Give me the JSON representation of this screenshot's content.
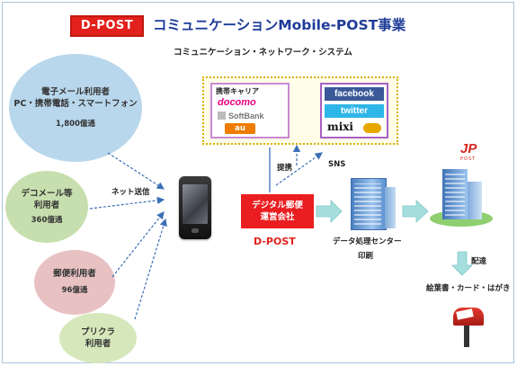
{
  "header": {
    "badge": "D-POST",
    "title": "コミュニケーションMobile-POST事業",
    "subtitle": "コミュニケーション・ネットワーク・システム"
  },
  "user_groups": [
    {
      "line1": "電子メール利用者",
      "line2": "PC・携帯電話・スマートフォン",
      "count": "1,800億通",
      "color": "#b8d7ec"
    },
    {
      "line1": "デコメール等",
      "line2": "利用者",
      "count": "360億通",
      "color": "#c7dfae"
    },
    {
      "line1": "郵便利用者",
      "line2": "",
      "count": "96億通",
      "color": "#e8c2c3"
    },
    {
      "line1": "プリクラ",
      "line2": "利用者",
      "count": "",
      "color": "#d6e8bb"
    }
  ],
  "carriers": {
    "title": "携帯キャリア",
    "items": [
      "docomo",
      "SoftBank",
      "au"
    ]
  },
  "sns": {
    "items": [
      "facebook",
      "twitter",
      "mixi"
    ]
  },
  "flow_labels": {
    "net_send": "ネット送信",
    "partnership": "提携",
    "sns": "SNS",
    "dpost_label": "D-POST",
    "data_center": "データ処理センター",
    "print": "印刷",
    "delivery": "配達",
    "output": "絵葉書・カード・はがき"
  },
  "company_box": {
    "line1": "デジタル郵便",
    "line2": "運営会社"
  },
  "jp_logo": {
    "text": "JP",
    "sub": "POST"
  },
  "colors": {
    "accent_red": "#e3211c",
    "title_blue": "#1f3c98",
    "arrow_blue": "#3b6fb6",
    "arrow_teal": "#a6dede"
  }
}
